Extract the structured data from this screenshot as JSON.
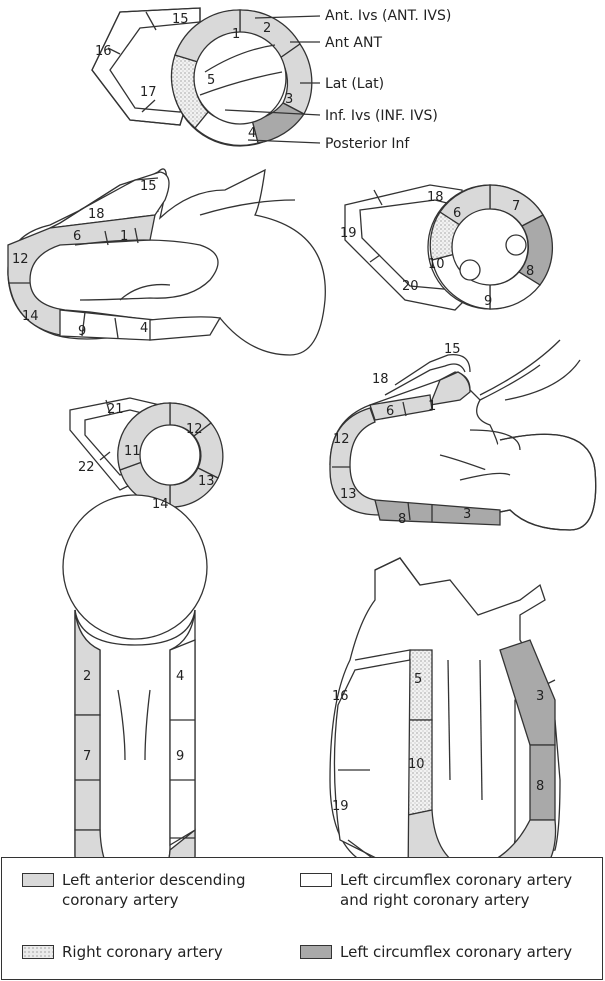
{
  "colors": {
    "lad": "#d9d9d9",
    "rca": "#ebebeb",
    "lcx": "#a9a9a9",
    "lcx_rca": "#ffffff",
    "line": "#333333"
  },
  "callouts": {
    "ant_ivs": "Ant. Ivs (ANT. IVS)",
    "ant": "Ant ANT",
    "lat": "Lat (Lat)",
    "inf_ivs": "Inf. Ivs (INF. IVS)",
    "post": "Posterior Inf"
  },
  "segments": {
    "s1": "1",
    "s2": "2",
    "s3": "3",
    "s4": "4",
    "s5": "5",
    "s6": "6",
    "s7": "7",
    "s8": "8",
    "s9": "9",
    "s10": "10",
    "s11": "11",
    "s12": "12",
    "s13": "13",
    "s14": "14",
    "s15": "15",
    "s16": "16",
    "s17": "17",
    "s18": "18",
    "s19": "19",
    "s20": "20",
    "s21": "21",
    "s22": "22"
  },
  "legend": {
    "lad_label": "Left anterior descending coronary artery",
    "lcx_rca_label": "Left circumflex coronary artery and right coronary artery",
    "rca_label": "Right coronary artery",
    "lcx_label": "Left circumflex coronary artery"
  }
}
